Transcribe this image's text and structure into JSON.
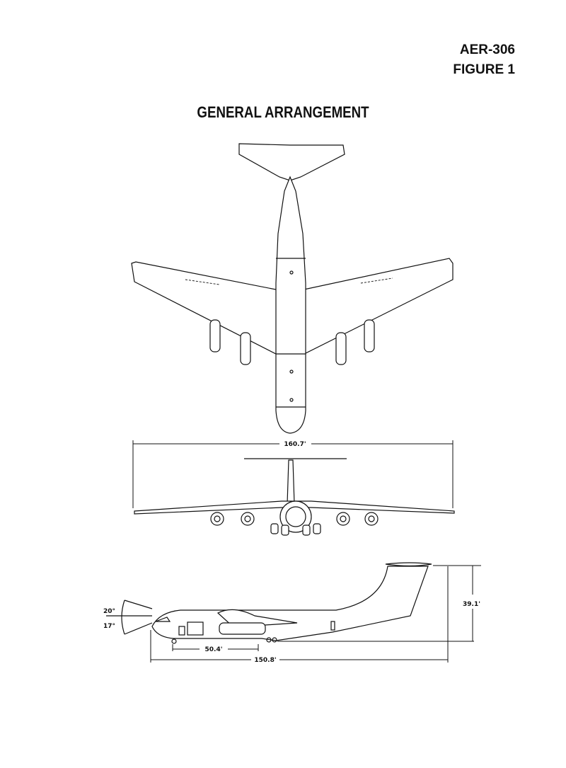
{
  "header": {
    "document_id": "AER-306",
    "figure_label": "FIGURE 1"
  },
  "title": "GENERAL ARRANGEMENT",
  "dimensions": {
    "wingspan": "160.7'",
    "height": "39.1'",
    "length": "150.8'",
    "wheelbase": "50.4'",
    "view_angle_up": "20°",
    "view_angle_down": "17°"
  }
}
